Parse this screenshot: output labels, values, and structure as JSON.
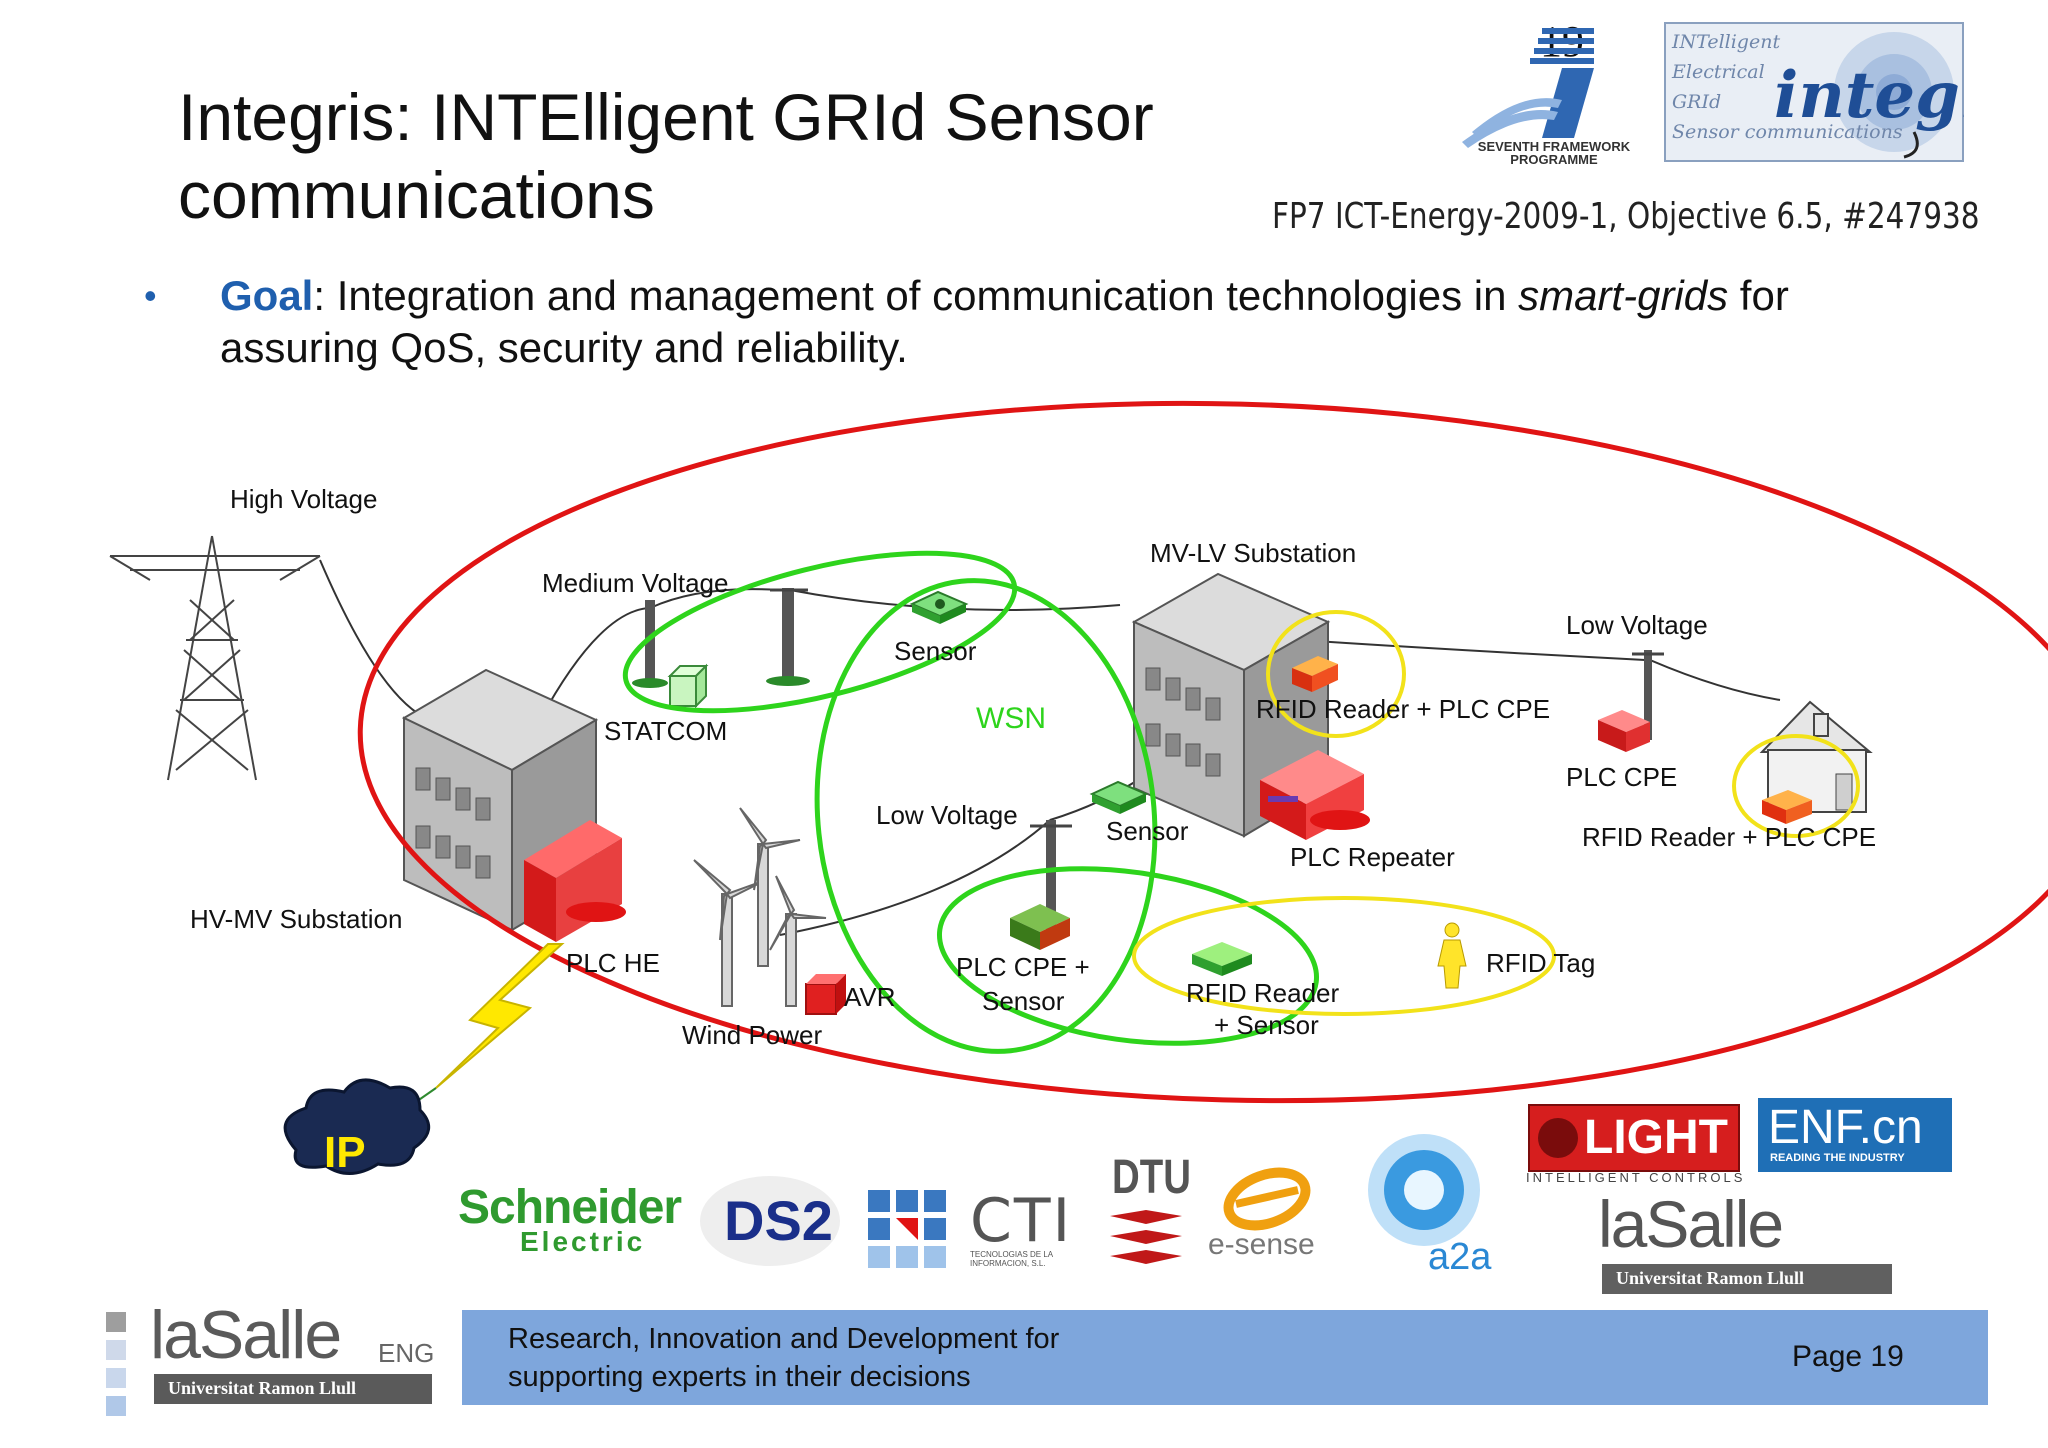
{
  "page_number": "19",
  "title": "Integris: INTElligent GRId Sensor communications",
  "project_ref": "FP7 ICT-Energy-2009-1, Objective 6.5, #247938",
  "goal": {
    "bullet": "•",
    "label": "Goal",
    "text_a": ": Integration and management of communication technologies in ",
    "italic_a": "smart-grids",
    "text_b": " for assuring QoS, security and reliability."
  },
  "fp7_logo": {
    "line1": "SEVENTH FRAMEWORK",
    "line2": "PROGRAMME"
  },
  "integris_logo": {
    "line1": "INTelligent",
    "line2": "Electrical",
    "line3": "GRId",
    "line4": "Sensor communications",
    "word": "integris"
  },
  "diagram": {
    "labels": {
      "high_voltage": "High Voltage",
      "medium_voltage": "Medium Voltage",
      "mv_lv_substation": "MV-LV Substation",
      "low_voltage_right": "Low Voltage",
      "sensor_top": "Sensor",
      "statcom": "STATCOM",
      "wsn": "WSN",
      "rfid_reader_plc_cpe_1": "RFID Reader + PLC CPE",
      "plc_cpe": "PLC CPE",
      "rfid_reader_plc_cpe_2": "RFID Reader + PLC CPE",
      "low_voltage_mid": "Low Voltage",
      "sensor_mid": "Sensor",
      "plc_repeater": "PLC Repeater",
      "hv_mv_substation": "HV-MV Substation",
      "plc_he": "PLC HE",
      "plc_cpe_sensor_1": "PLC CPE +",
      "plc_cpe_sensor_2": "Sensor",
      "rfid_reader_sensor_1": "RFID Reader",
      "rfid_reader_sensor_2": "+ Sensor",
      "rfid_tag": "RFID Tag",
      "avr": "AVR",
      "wind_power": "Wind Power",
      "ip": "IP"
    },
    "colors": {
      "outer_ellipse": "#e01414",
      "wsn": "#2ed41c",
      "rfid": "#f2e21a",
      "device_red": "#e02020",
      "device_green": "#3cc43c",
      "ip_text": "#ffe800"
    }
  },
  "partners": {
    "schneider_1": "Schneider",
    "schneider_2": "Electric",
    "ds2": "DS2",
    "cti": "CTI",
    "cti_sub": "TECNOLOGIAS DE LA INFORMACION, S.L.",
    "dtu": "DTU",
    "esense": "e-sense",
    "a2a": "a2a",
    "ilight": "LIGHT",
    "ilight_sub": "INTELLIGENT CONTROLS",
    "enf": "ENF.cn",
    "enf_sub": "READING THE INDUSTRY",
    "lasalle": "laSalle",
    "lasalle_sub": "Universitat Ramon Llull"
  },
  "footer": {
    "lasalle": "laSalle",
    "eng": "ENG",
    "university": "Universitat Ramon Llull",
    "line1": "Research, Innovation and Development for",
    "line2": "supporting experts in their decisions",
    "page": "Page 19"
  }
}
